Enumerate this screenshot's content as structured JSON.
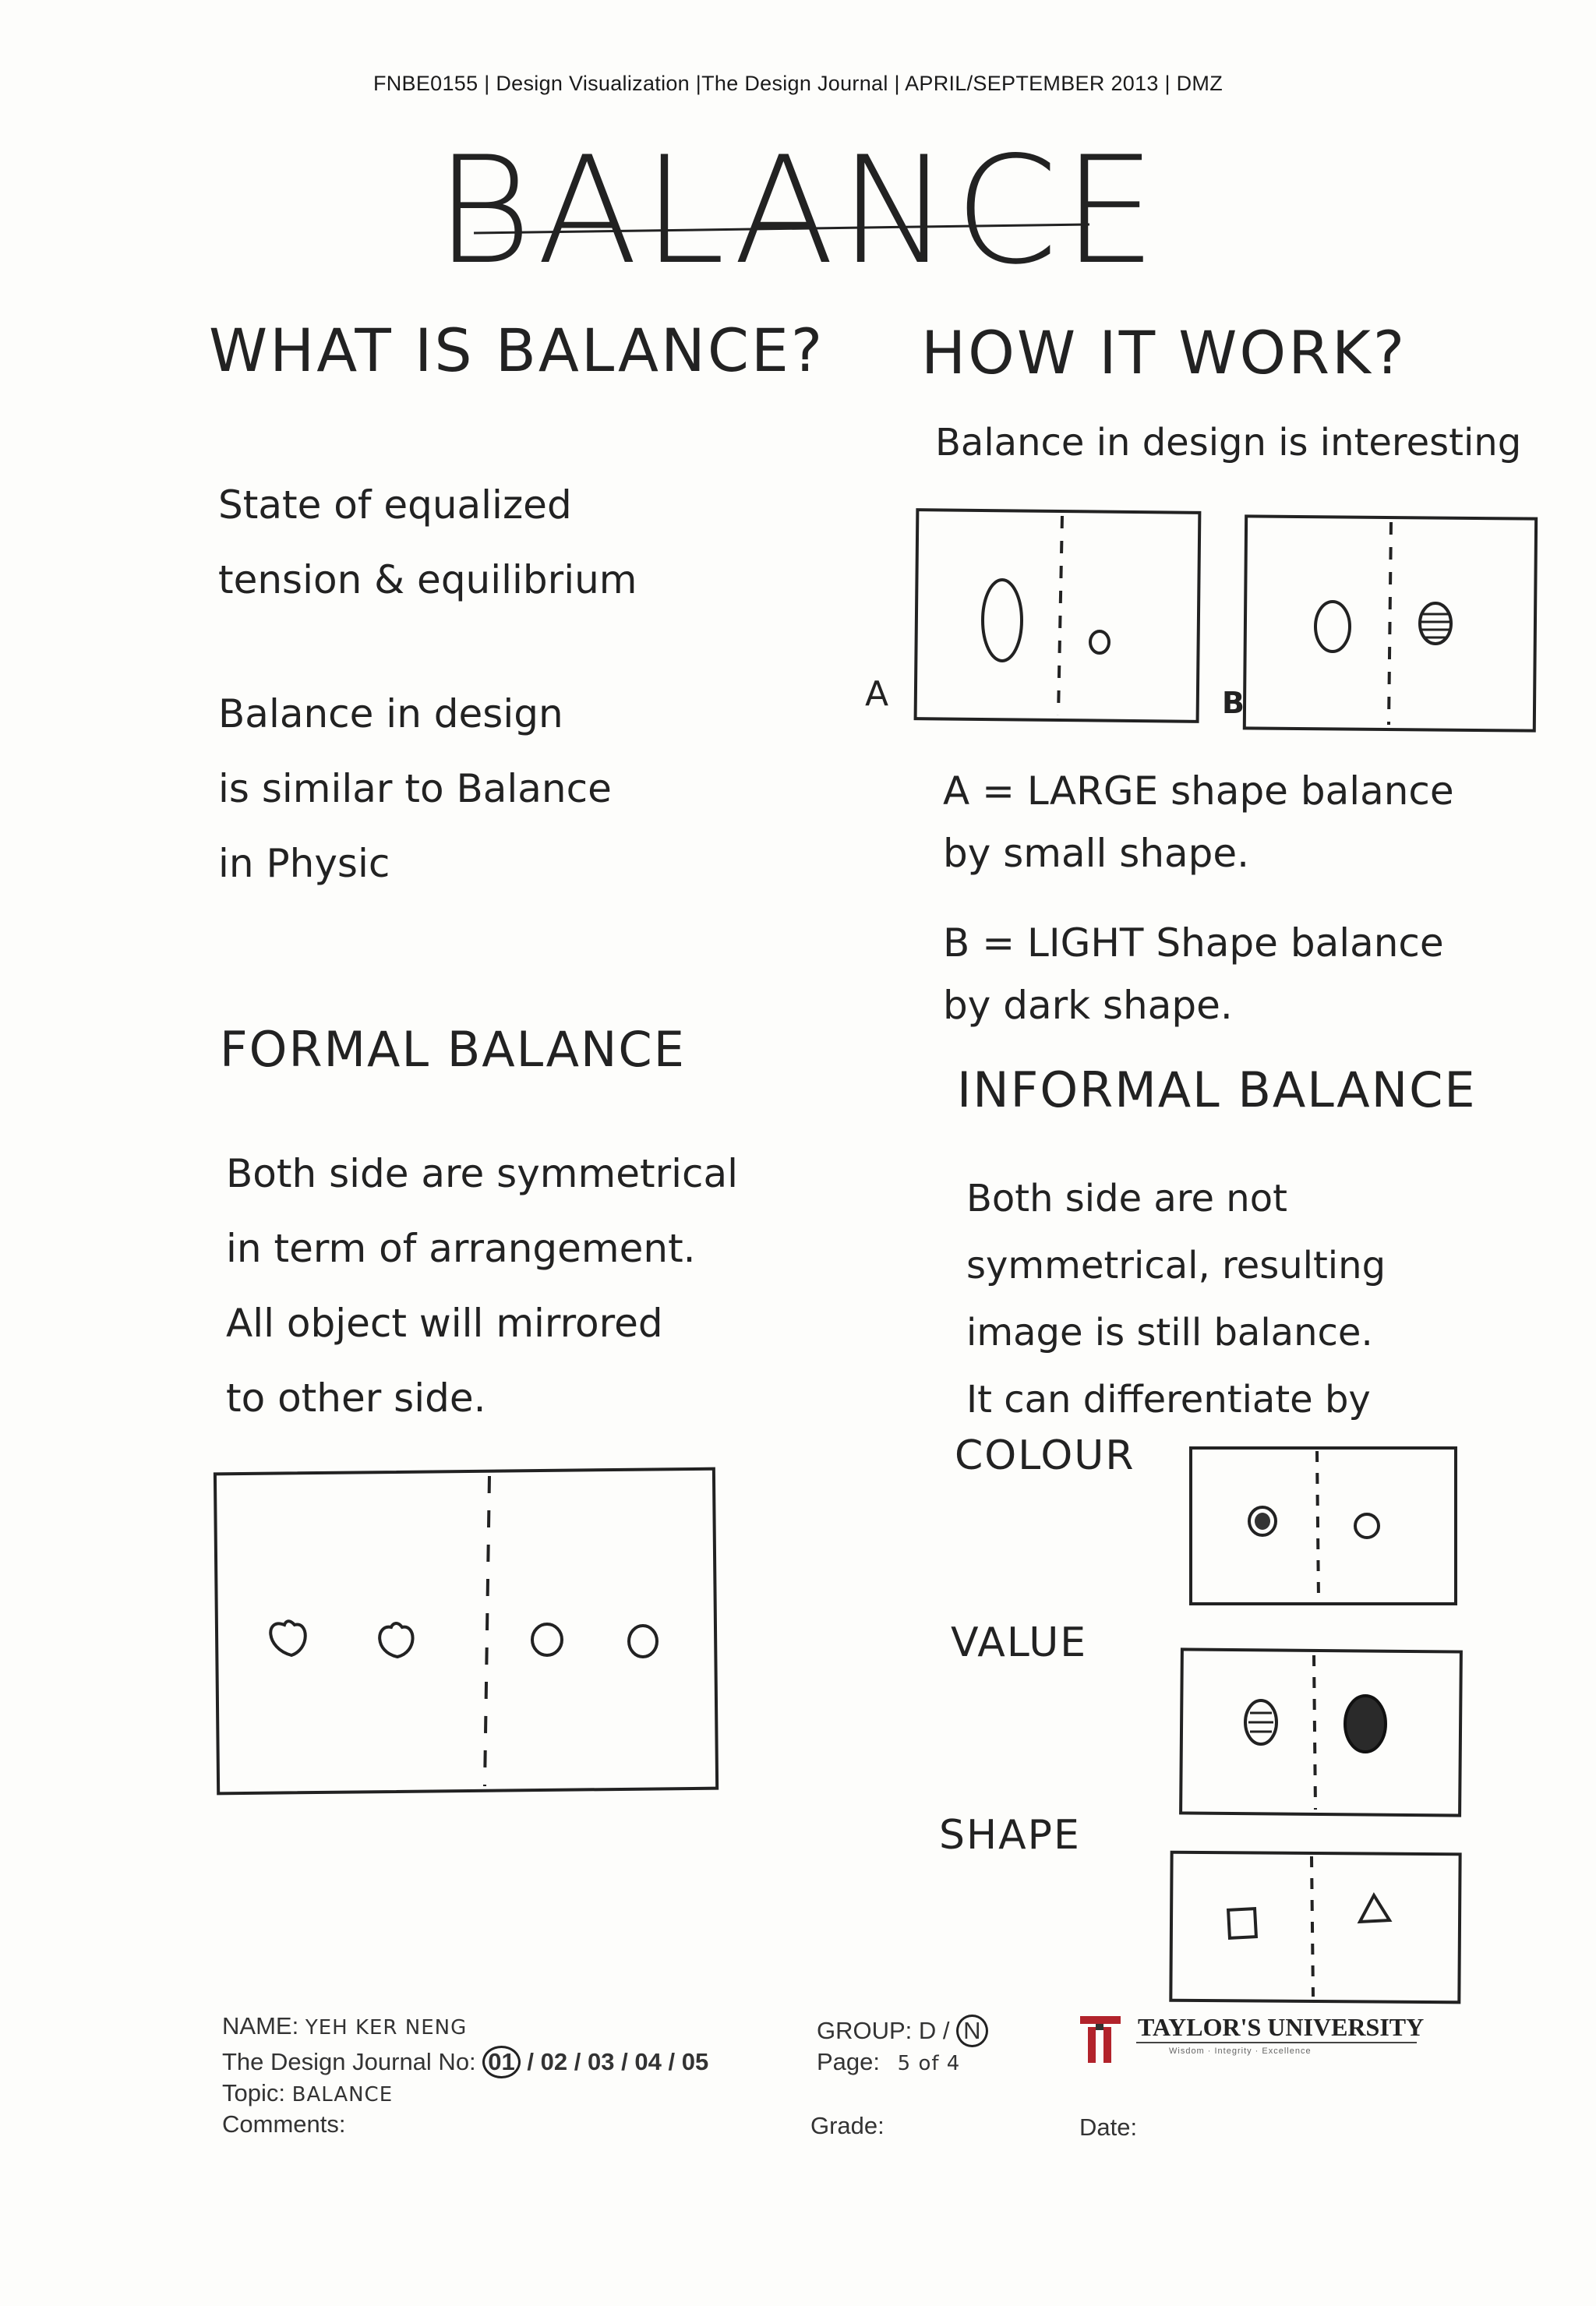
{
  "header": {
    "line": "FNBE0155 | Design Visualization |The Design Journal | APRIL/SEPTEMBER 2013 | DMZ"
  },
  "title": "BALANCE",
  "left": {
    "question": "WHAT IS BALANCE?",
    "para1": "State of equalized\ntension & equilibrium",
    "para2": "Balance in design\nis similar to Balance\nin Physic",
    "formal_heading": "FORMAL BALANCE",
    "formal_para": "Both side are symmetrical\nin term of arrangement.\nAll object will mirrored\nto other side."
  },
  "right": {
    "question": "HOW IT WORK?",
    "intro": "Balance in design is interesting",
    "label_a": "A",
    "label_b": "B",
    "legend_a": "A = LARGE shape balance\n     by small shape.",
    "legend_b": "B = LIGHT Shape balance\n     by dark shape.",
    "informal_heading": "INFORMAL BALANCE",
    "informal_para": "Both side are not\nsymmetrical, resulting\nimage is still balance.\nIt can differentiate by",
    "row_colour": "COLOUR",
    "row_value": "VALUE",
    "row_shape": "SHAPE"
  },
  "footer": {
    "name_label": "NAME:",
    "name_value": "YEH KER NENG",
    "journal_label": "The Design Journal No:",
    "journal_nums": [
      "01",
      "02",
      "03",
      "04",
      "05"
    ],
    "journal_selected": "01",
    "topic_label": "Topic:",
    "topic_value": "BALANCE",
    "comments_label": "Comments:",
    "group_label": "GROUP: D /",
    "group_selected": "N",
    "page_label": "Page:",
    "page_value": "5 of 4",
    "grade_label": "Grade:",
    "date_label": "Date:",
    "university": "TAYLOR'S UNIVERSITY",
    "motto": "Wisdom · Integrity · Excellence"
  }
}
